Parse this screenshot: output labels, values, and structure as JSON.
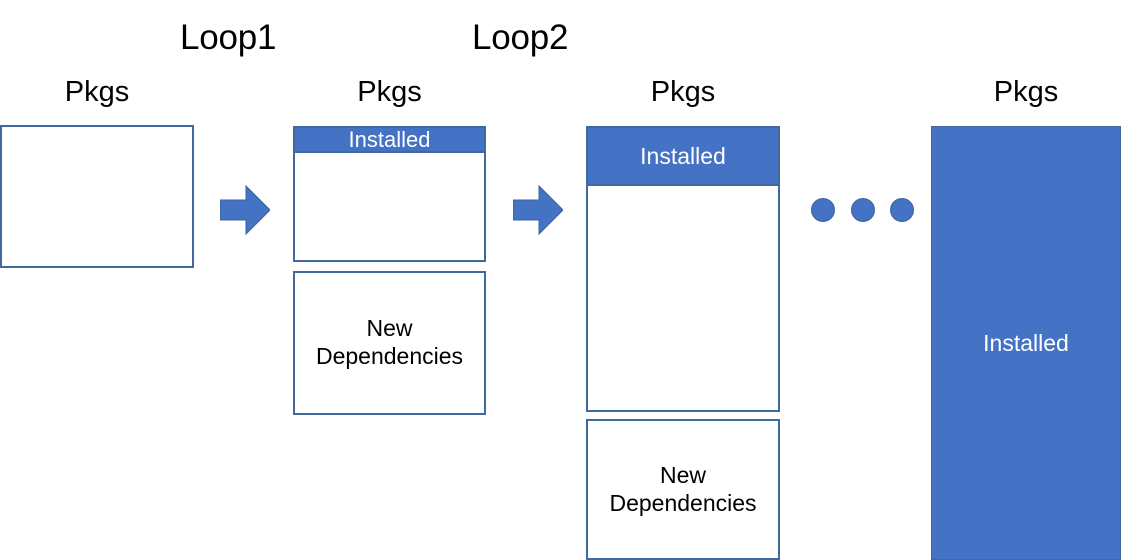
{
  "diagram": {
    "title": "Package installation loop diagram",
    "colors": {
      "accent_fill": "#4472C4",
      "accent_stroke": "#41699B",
      "background": "#FFFFFF",
      "text_on_accent": "#FFFFFF",
      "text_primary": "#000000"
    },
    "loop_labels": [
      {
        "id": "loop1",
        "text": "Loop1"
      },
      {
        "id": "loop2",
        "text": "Loop2"
      }
    ],
    "column_labels": [
      {
        "id": "pkgs-1",
        "text": "Pkgs"
      },
      {
        "id": "pkgs-2",
        "text": "Pkgs"
      },
      {
        "id": "pkgs-3",
        "text": "Pkgs"
      },
      {
        "id": "pkgs-4",
        "text": "Pkgs"
      }
    ],
    "stages": [
      {
        "id": "stage-1",
        "installed_label": "",
        "dependencies_label": ""
      },
      {
        "id": "stage-2",
        "installed_label": "Installed",
        "dependencies_line1": "New",
        "dependencies_line2": "Dependencies"
      },
      {
        "id": "stage-3",
        "installed_label": "Installed",
        "dependencies_line1": "New",
        "dependencies_line2": "Dependencies"
      },
      {
        "id": "stage-4",
        "installed_label": "Installed"
      }
    ],
    "arrows": [
      {
        "id": "arrow-1",
        "icon": "right-arrow-icon"
      },
      {
        "id": "arrow-2",
        "icon": "right-arrow-icon"
      }
    ],
    "ellipsis": {
      "icon": "ellipsis-dots-icon",
      "dot_count": 3
    }
  }
}
